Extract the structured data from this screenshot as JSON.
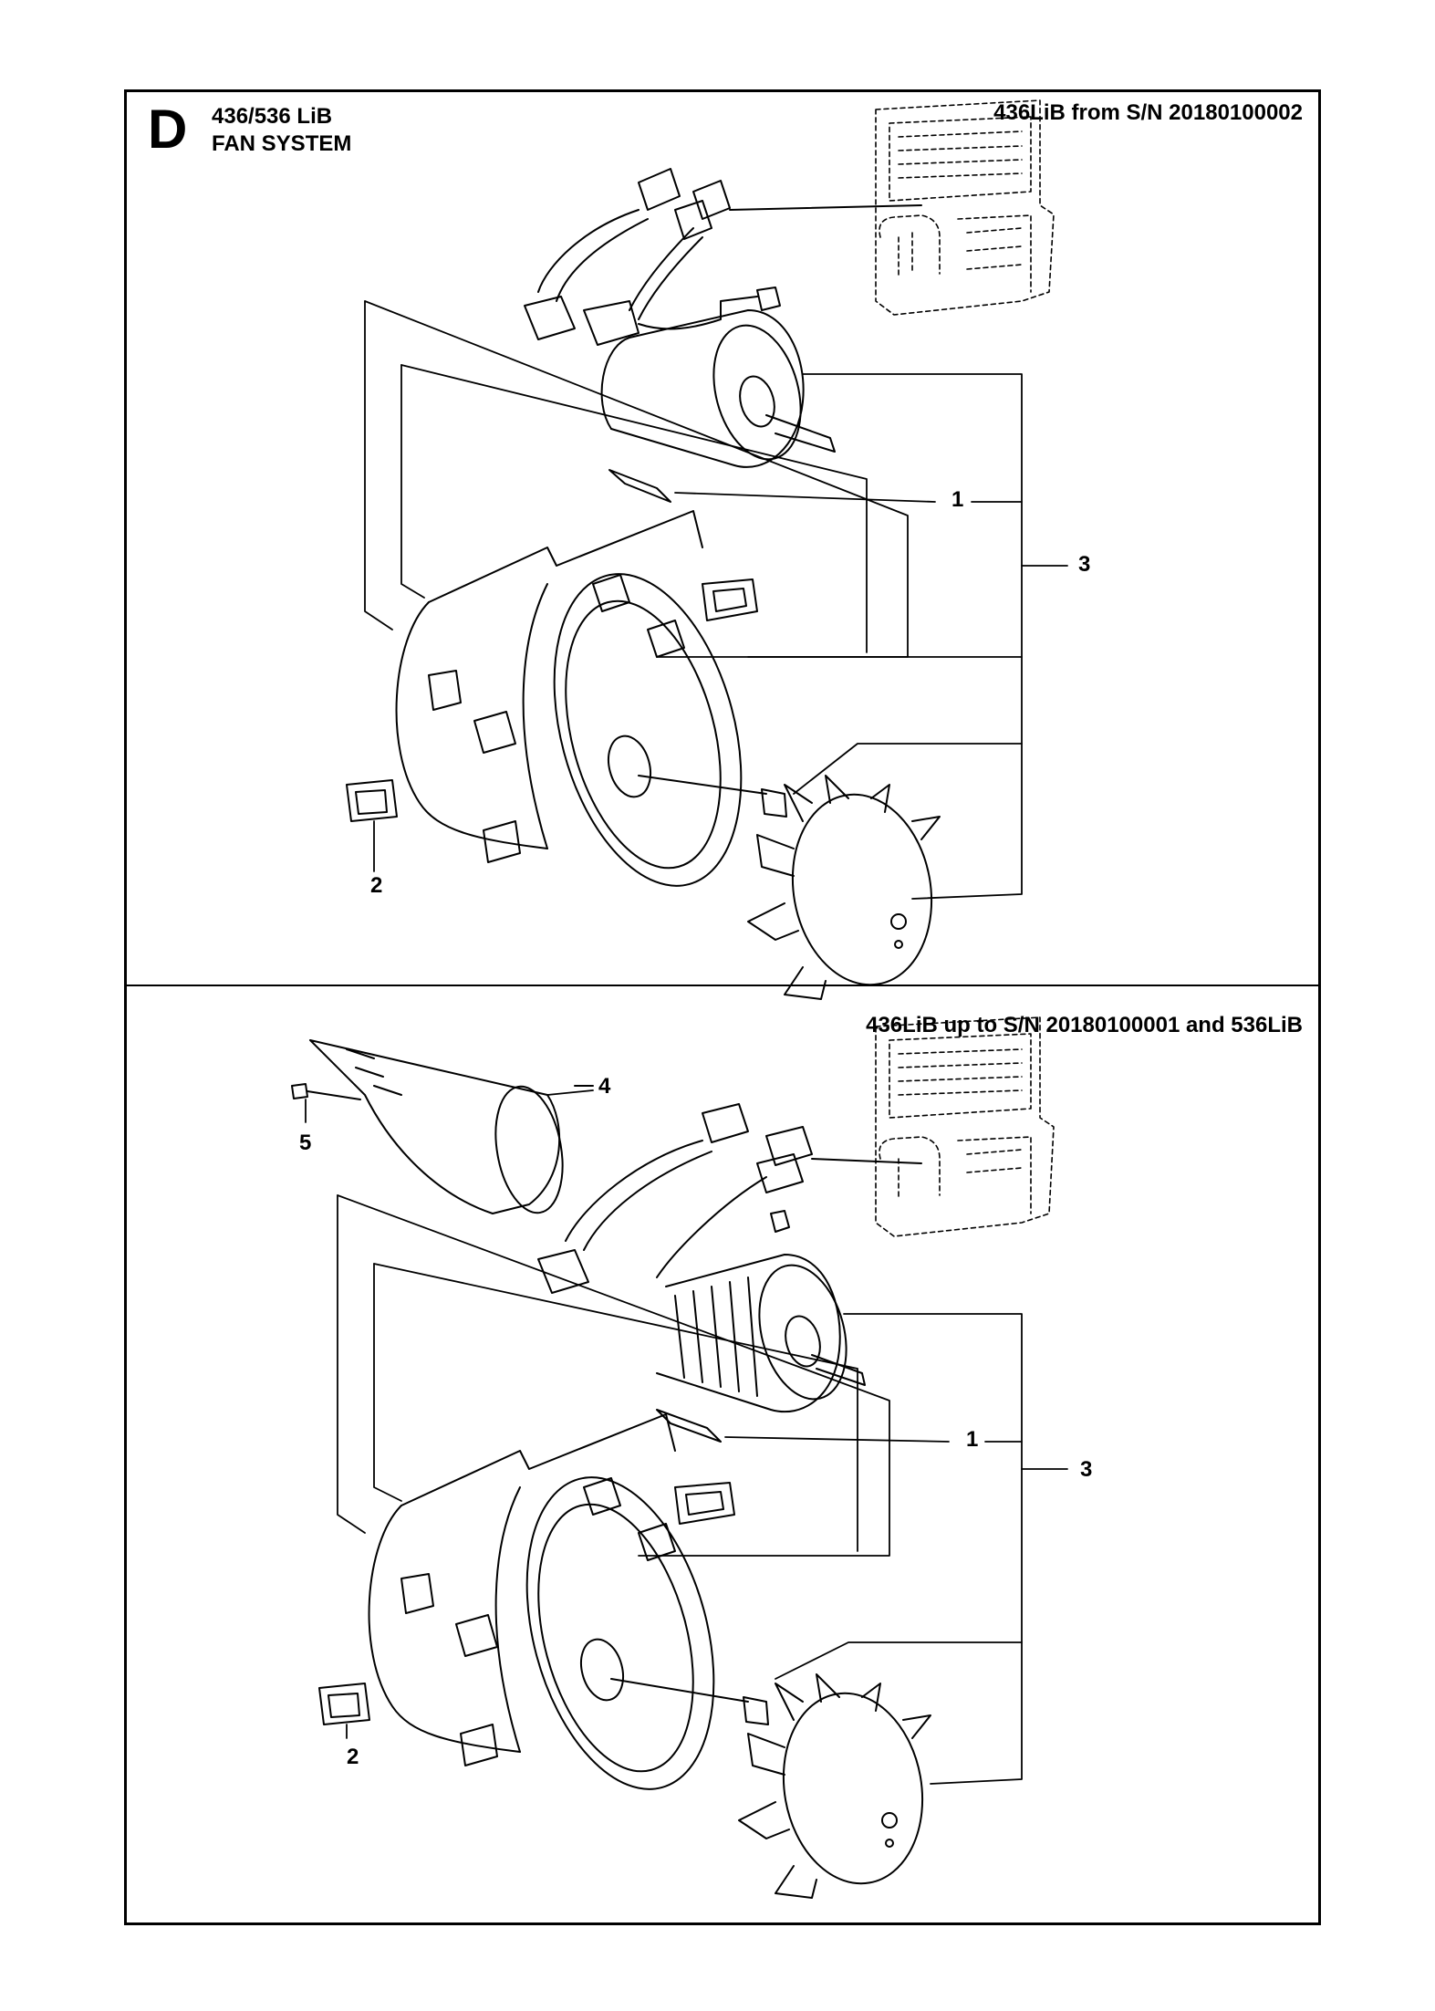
{
  "header": {
    "section_letter": "D",
    "model": "436/536 LiB",
    "system": "FAN SYSTEM"
  },
  "panels": [
    {
      "variant_label": "436LiB from S/N 20180100002",
      "callouts": [
        "1",
        "3",
        "2"
      ]
    },
    {
      "variant_label": "436LiB up to S/N 20180100001 and 536LiB",
      "callouts": [
        "4",
        "5",
        "1",
        "3",
        "2"
      ]
    }
  ]
}
